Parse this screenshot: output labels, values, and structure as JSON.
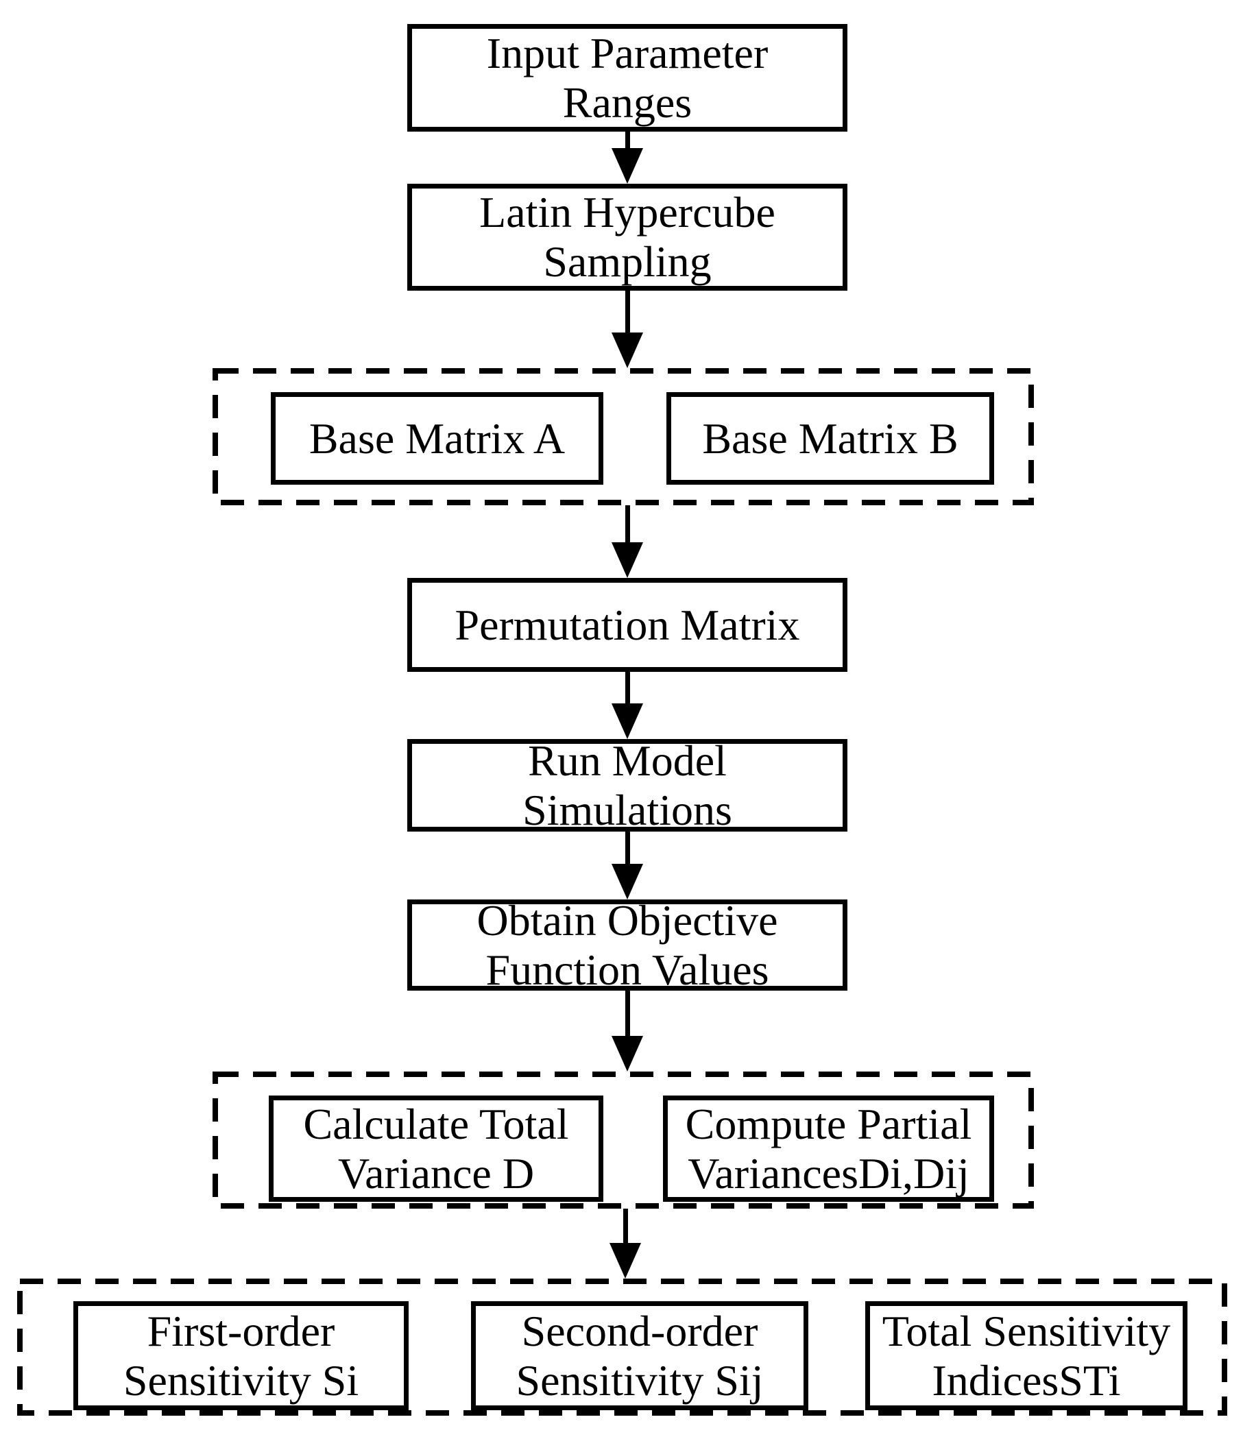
{
  "diagram": {
    "type": "flowchart",
    "background_color": "#ffffff",
    "stroke_color": "#000000"
  },
  "nodes": {
    "input_parameter_ranges": {
      "label": "Input Parameter\nRanges"
    },
    "latin_hypercube_sampling": {
      "label": "Latin Hypercube\nSampling"
    },
    "base_matrix_a": {
      "label": "Base Matrix A"
    },
    "base_matrix_b": {
      "label": "Base Matrix B"
    },
    "permutation_matrix": {
      "label": "Permutation Matrix"
    },
    "run_model_simulations": {
      "label": "Run Model\nSimulations"
    },
    "obtain_objective_function_values": {
      "label": "Obtain Objective\nFunction Values"
    },
    "calculate_total_variance_d": {
      "label": "Calculate Total\nVariance D"
    },
    "compute_partial_variances": {
      "label": "Compute Partial\nVariancesDi,Dij"
    },
    "first_order_sensitivity": {
      "label": "First-order\nSensitivity Si"
    },
    "second_order_sensitivity": {
      "label": "Second-order\nSensitivity Sij"
    },
    "total_sensitivity_indices": {
      "label": "Total Sensitivity\nIndicesSTi"
    }
  },
  "groups": {
    "base_matrices": [
      "base_matrix_a",
      "base_matrix_b"
    ],
    "variance_calculations": [
      "calculate_total_variance_d",
      "compute_partial_variances"
    ],
    "sensitivity_indices": [
      "first_order_sensitivity",
      "second_order_sensitivity",
      "total_sensitivity_indices"
    ]
  },
  "edges": [
    {
      "from": "input_parameter_ranges",
      "to": "latin_hypercube_sampling"
    },
    {
      "from": "latin_hypercube_sampling",
      "to": "base_matrices"
    },
    {
      "from": "base_matrices",
      "to": "permutation_matrix"
    },
    {
      "from": "permutation_matrix",
      "to": "run_model_simulations"
    },
    {
      "from": "run_model_simulations",
      "to": "obtain_objective_function_values"
    },
    {
      "from": "obtain_objective_function_values",
      "to": "variance_calculations"
    },
    {
      "from": "variance_calculations",
      "to": "sensitivity_indices"
    }
  ]
}
